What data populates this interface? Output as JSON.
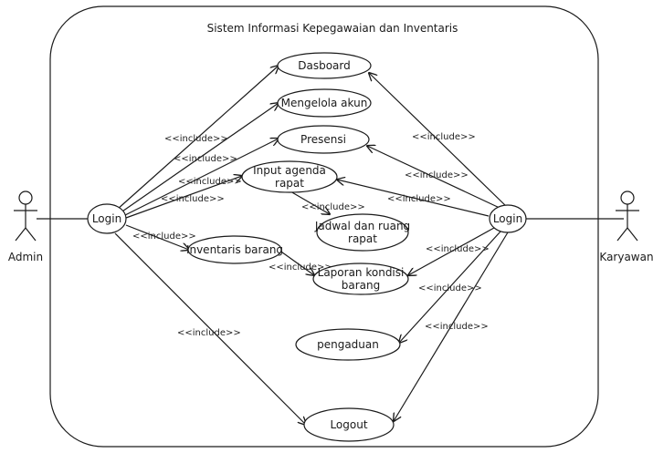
{
  "system": {
    "title": "Sistem Informasi Kepegawaian dan Inventaris"
  },
  "actors": {
    "admin": "Admin",
    "karyawan": "Karyawan"
  },
  "hubs": {
    "admin_login": "Login",
    "karyawan_login": "Login"
  },
  "use_cases": {
    "dasboard": "Dasboard",
    "mengelola_akun": "Mengelola akun",
    "presensi": "Presensi",
    "input_agenda_1": "Input agenda",
    "input_agenda_2": "rapat",
    "jadwal_1": "Jadwal dan ruang",
    "jadwal_2": "rapat",
    "inventaris": "Inventaris barang",
    "laporan_1": "Laporan kondisi",
    "laporan_2": "barang",
    "pengaduan": "pengaduan",
    "logout": "Logout"
  },
  "relations": {
    "include": "<<include>>"
  }
}
